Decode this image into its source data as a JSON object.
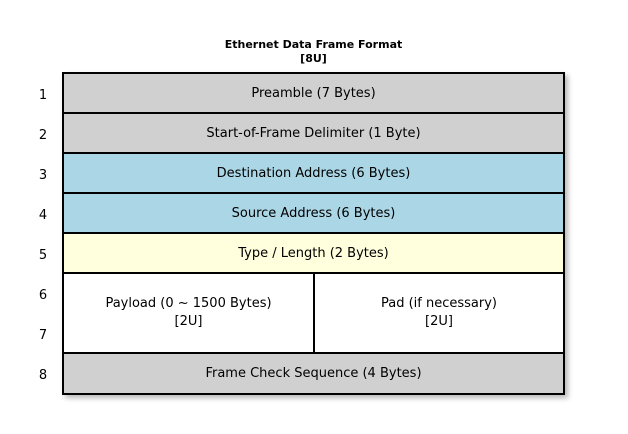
{
  "diagram": {
    "title": "Ethernet Data Frame Format",
    "subtitle": "[8U]",
    "background_color": "#ffffff",
    "border_color": "#000000",
    "colors": {
      "gray": "#d0d0d0",
      "blue": "#abd6e6",
      "yellow": "#ffffdd",
      "white": "#ffffff"
    },
    "row_numbers": [
      "1",
      "2",
      "3",
      "4",
      "5",
      "6",
      "7",
      "8"
    ],
    "rows": [
      {
        "number": "1",
        "label": "Preamble (7 Bytes)",
        "color": "#d0d0d0"
      },
      {
        "number": "2",
        "label": "Start-of-Frame Delimiter (1 Byte)",
        "color": "#d0d0d0"
      },
      {
        "number": "3",
        "label": "Destination Address (6 Bytes)",
        "color": "#abd6e6"
      },
      {
        "number": "4",
        "label": "Source Address (6 Bytes)",
        "color": "#abd6e6"
      },
      {
        "number": "5",
        "label": "Type / Length (2 Bytes)",
        "color": "#ffffdd"
      },
      {
        "number": "6-7",
        "split": true,
        "color": "#ffffff",
        "cells": [
          {
            "label": "Payload (0 ~ 1500 Bytes)",
            "sublabel": "[2U]"
          },
          {
            "label": "Pad (if necessary)",
            "sublabel": "[2U]"
          }
        ]
      },
      {
        "number": "8",
        "label": "Frame Check Sequence (4 Bytes)",
        "color": "#d0d0d0"
      }
    ]
  }
}
